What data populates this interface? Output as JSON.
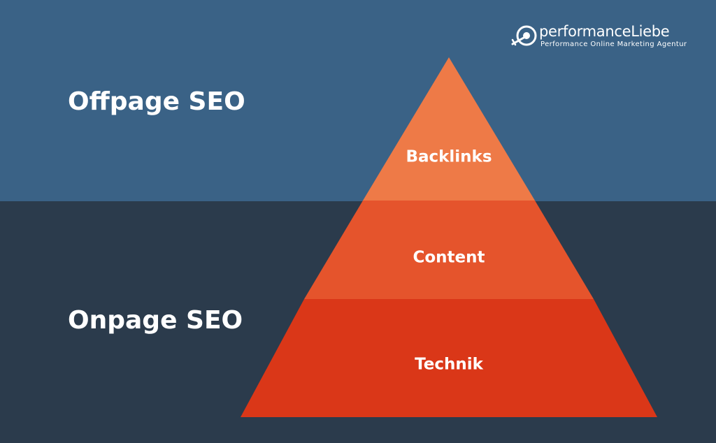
{
  "sections": {
    "offpage": "Offpage SEO",
    "onpage": "Onpage SEO"
  },
  "pyramid": {
    "layers": [
      {
        "label": "Backlinks",
        "color": "#ee7a47"
      },
      {
        "label": "Content",
        "color": "#e5542c"
      },
      {
        "label": "Technik",
        "color": "#da3718"
      }
    ]
  },
  "logo": {
    "name": "performanceLiebe",
    "tagline": "Performance Online Marketing Agentur"
  },
  "colors": {
    "offpage_band": "#3a6286",
    "onpage_band": "#2b3b4c",
    "text": "#ffffff"
  }
}
